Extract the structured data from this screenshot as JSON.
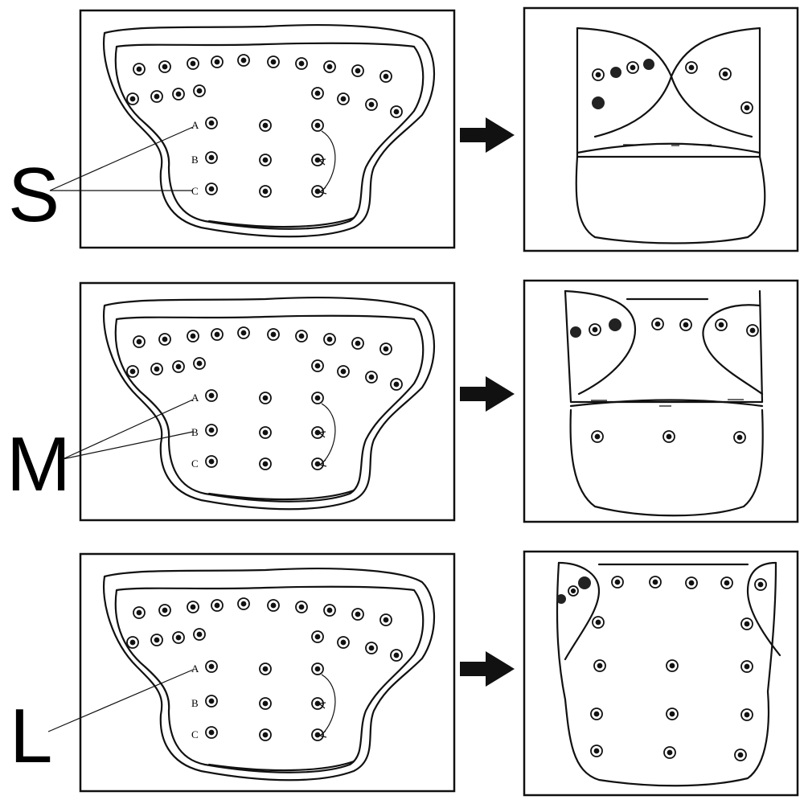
{
  "sizes": [
    {
      "letter": "S",
      "rows": [
        "A",
        "B",
        "C"
      ]
    },
    {
      "letter": "M",
      "rows": [
        "A",
        "B",
        "C"
      ]
    },
    {
      "letter": "L",
      "rows": [
        "A",
        "B",
        "C"
      ]
    }
  ],
  "colors": {
    "ink": "#111111",
    "background": "#ffffff",
    "filled_snap": "#222222"
  },
  "icons": {
    "arrow": "right-arrow-icon",
    "snap": "snap-button-icon"
  }
}
